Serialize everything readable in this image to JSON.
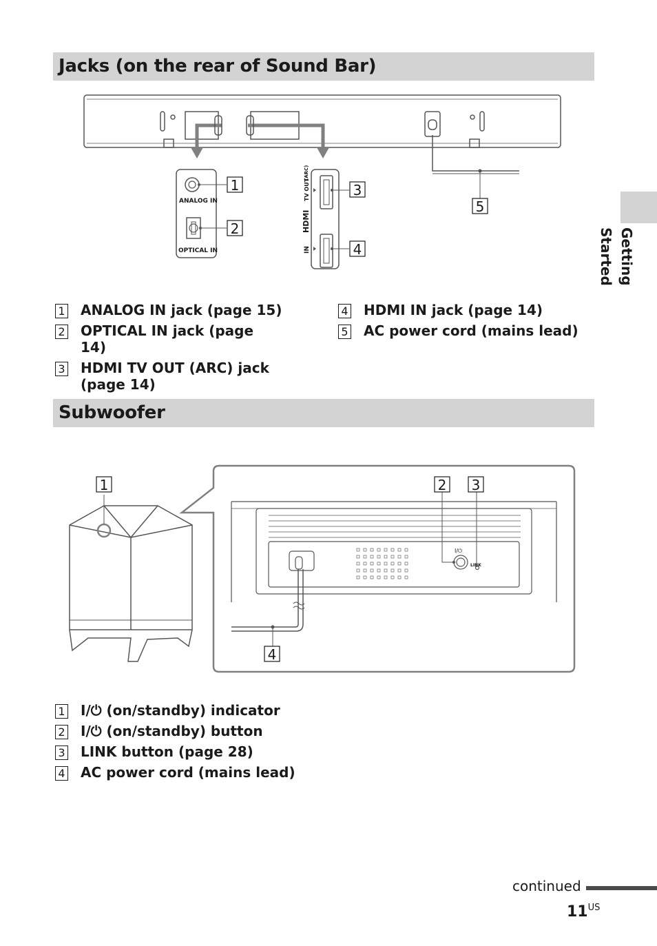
{
  "section1": {
    "title": "Jacks (on the rear of Sound Bar)",
    "callouts": [
      "1",
      "2",
      "3",
      "4",
      "5"
    ],
    "port_labels": {
      "analog": "ANALOG IN",
      "optical": "OPTICAL IN",
      "hdmi": "HDMI",
      "tv_out": "TV OUT",
      "arc": "(ARC)",
      "in": "IN"
    },
    "items": [
      {
        "num": "1",
        "text": "ANALOG IN jack (page 15)"
      },
      {
        "num": "2",
        "text": "OPTICAL IN jack (page 14)"
      },
      {
        "num": "3",
        "text": "HDMI TV OUT (ARC) jack (page 14)"
      },
      {
        "num": "4",
        "text": "HDMI IN jack (page 14)"
      },
      {
        "num": "5",
        "text": "AC power cord (mains lead)"
      }
    ]
  },
  "section2": {
    "title": "Subwoofer",
    "callouts": [
      "1",
      "2",
      "3",
      "4"
    ],
    "panel_labels": {
      "power": "I/⏻",
      "link": "LINK"
    },
    "items": [
      {
        "num": "1",
        "text": "I/⏻ (on/standby) indicator"
      },
      {
        "num": "2",
        "text": "I/⏻ (on/standby) button"
      },
      {
        "num": "3",
        "text": "LINK button (page 28)"
      },
      {
        "num": "4",
        "text": "AC power cord (mains lead)"
      }
    ]
  },
  "side_tab": {
    "label": "Getting Started"
  },
  "footer": {
    "continued": "continued",
    "page": "11",
    "page_suffix": "US"
  }
}
